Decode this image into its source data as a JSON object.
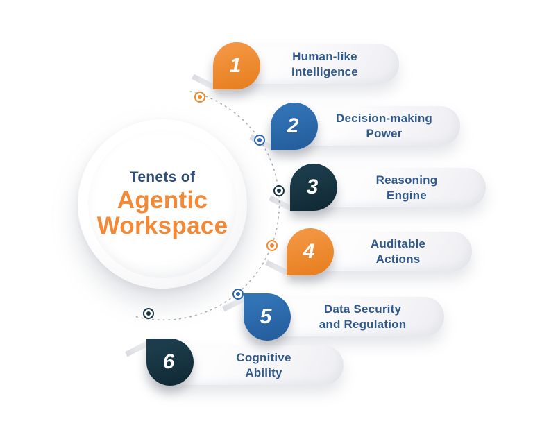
{
  "page": {
    "background_color": "#ffffff",
    "type": "infographic-diagram"
  },
  "center": {
    "subtitle": "Tenets of",
    "title": "Agentic\nWorkspace",
    "subtitle_color": "#2E4D7B",
    "title_color": "#F18937"
  },
  "items": [
    {
      "number": "1",
      "label": "Human-like\nIntelligence",
      "color": "#EF8A2C",
      "color_name": "orange"
    },
    {
      "number": "2",
      "label": "Decision-making\nPower",
      "color": "#2B69A9",
      "color_name": "blue"
    },
    {
      "number": "3",
      "label": "Reasoning\nEngine",
      "color": "#16333F",
      "color_name": "navy"
    },
    {
      "number": "4",
      "label": "Auditable\nActions",
      "color": "#EF8A2C",
      "color_name": "orange"
    },
    {
      "number": "5",
      "label": "Data Security\nand Regulation",
      "color": "#2B69A9",
      "color_name": "blue"
    },
    {
      "number": "6",
      "label": "Cognitive\nAbility",
      "color": "#16333F",
      "color_name": "navy"
    }
  ],
  "connector": {
    "arc_style": "dotted",
    "arc_color": "#ACB0B8",
    "dot_colors": [
      "#EF8A2C",
      "#2B69A9",
      "#16333F",
      "#EF8A2C",
      "#2B69A9",
      "#16333F"
    ]
  },
  "label_text_color": "#30598A"
}
